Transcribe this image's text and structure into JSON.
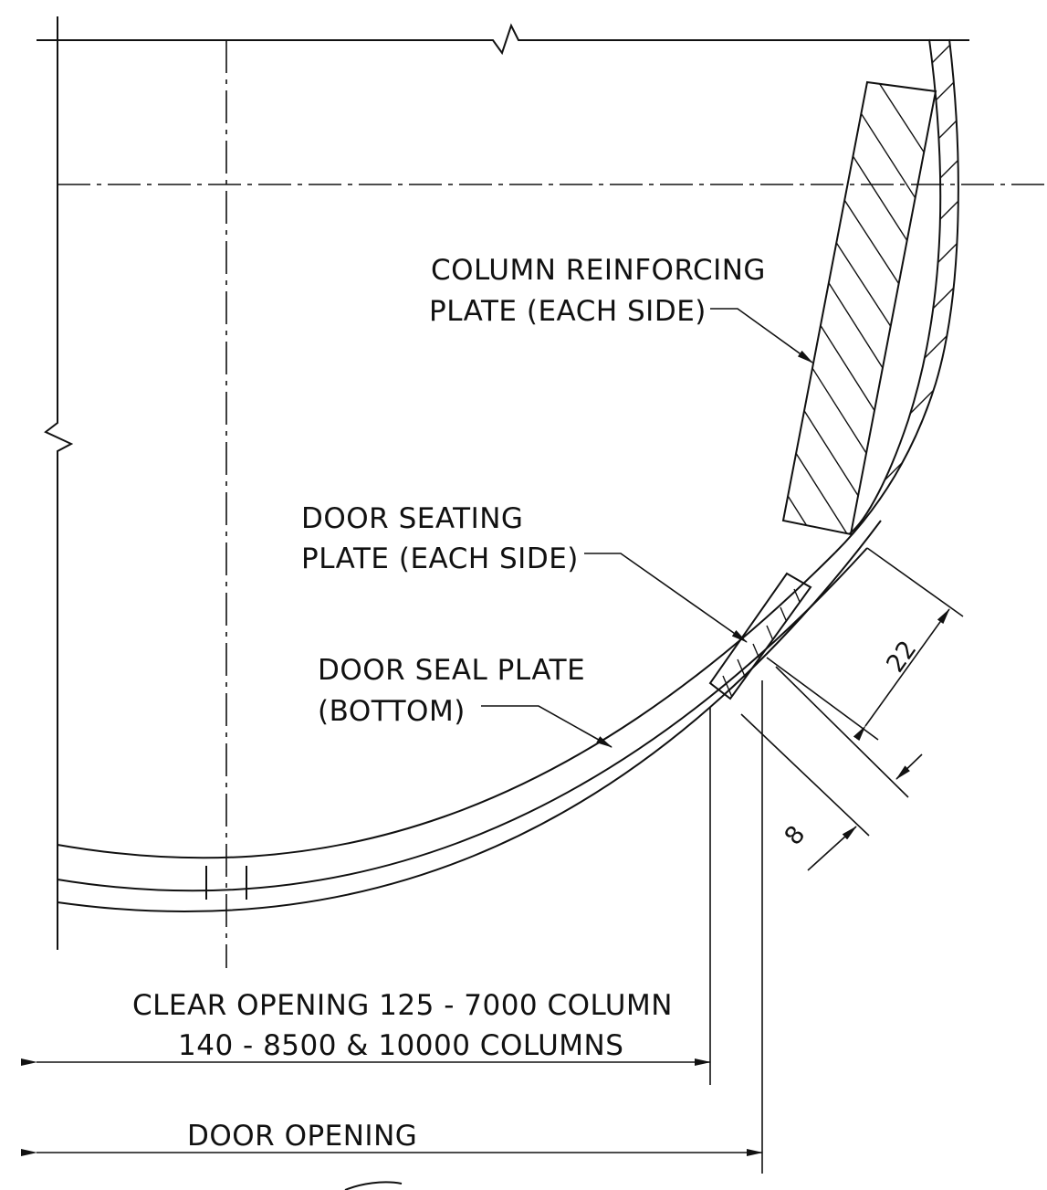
{
  "labels": {
    "column_reinforcing_line1": "COLUMN REINFORCING",
    "column_reinforcing_line2": "PLATE (EACH SIDE)",
    "door_seating_line1": "DOOR SEATING",
    "door_seating_line2": "PLATE (EACH SIDE)",
    "door_seal_line1": "DOOR SEAL PLATE",
    "door_seal_line2": "(BOTTOM)",
    "clear_opening_line1": "CLEAR OPENING 125 - 7000 COLUMN",
    "clear_opening_line2": "140 - 8500 & 10000 COLUMNS",
    "door_opening": "DOOR OPENING"
  },
  "dimensions": {
    "dim_22": "22",
    "dim_8": "8"
  }
}
